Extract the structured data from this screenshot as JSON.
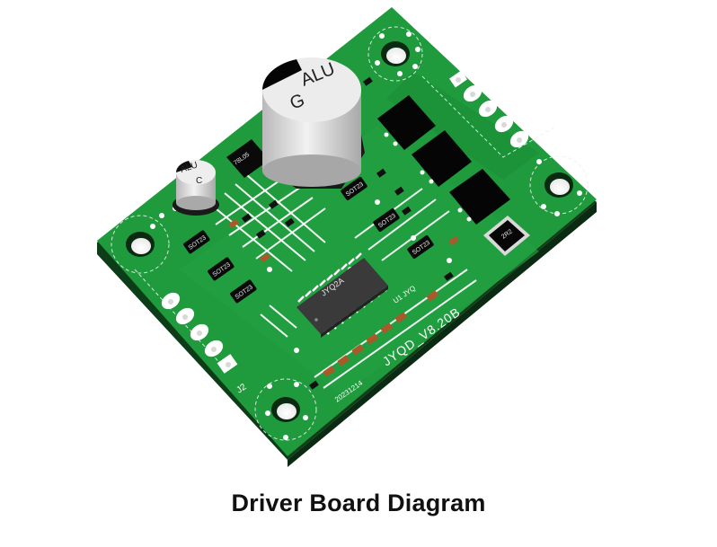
{
  "caption": "Driver Board Diagram",
  "colors": {
    "background": "#ffffff",
    "pcb_green": "#1f9a3c",
    "pcb_edge": "#0d3d18",
    "silkscreen": "#ffffff",
    "ic_body": "#3a3a3a",
    "mosfet_body": "#050505",
    "resistor": "#a85a2a",
    "capacitor_body": "#dcdcdc"
  },
  "board": {
    "version_label": "JYQD_V8.20B",
    "date_label": "20231214",
    "connector_label": "J2",
    "main_ic_label": "JYQ2A",
    "ic_side_label": "U1 JYQ",
    "regulator_label": "78L05"
  },
  "components": {
    "cap_large": {
      "line1": "ALU",
      "line2": "G"
    },
    "cap_small": {
      "line1": "ALU",
      "line2": "C"
    },
    "sot23_labels": [
      "SOT23",
      "SOT23",
      "SOT23",
      "SOT23",
      "SOT23",
      "SOT23"
    ],
    "shunt_label": "2R2",
    "mosfets": 3,
    "mounting_holes": 4
  },
  "connectors": {
    "left": {
      "pins": 5,
      "label": "J2"
    },
    "right": {
      "pins": 4
    }
  }
}
